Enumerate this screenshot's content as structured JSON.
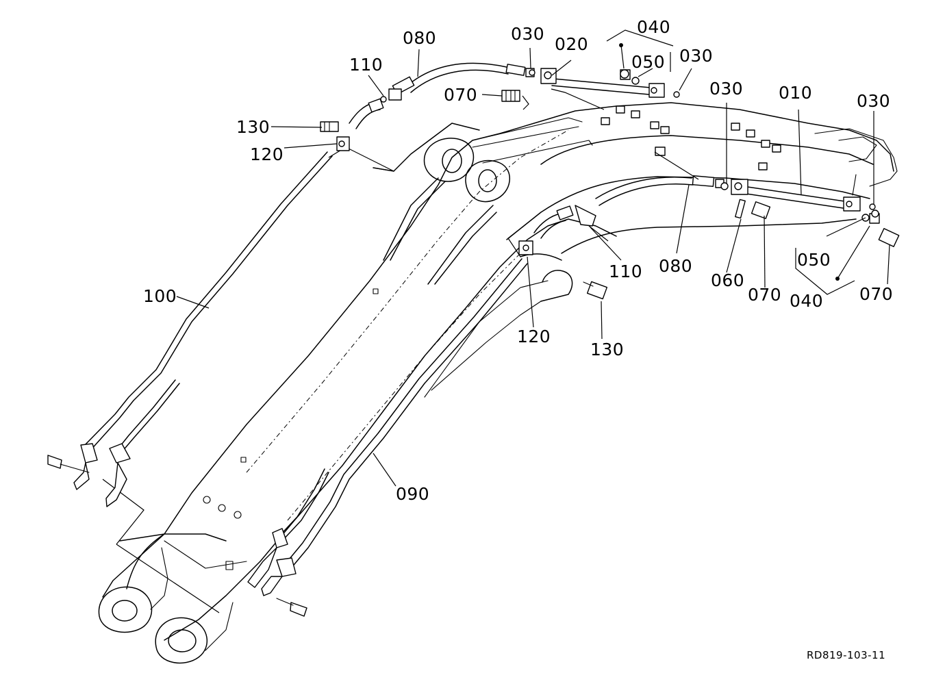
{
  "drawing_ref": "RD819-103-11",
  "callouts": [
    {
      "id": "c-080-top",
      "text": "080"
    },
    {
      "id": "c-030-top",
      "text": "030"
    },
    {
      "id": "c-020",
      "text": "020"
    },
    {
      "id": "c-040-top",
      "text": "040"
    },
    {
      "id": "c-050-top",
      "text": "050"
    },
    {
      "id": "c-030-topright",
      "text": "030"
    },
    {
      "id": "c-110-top",
      "text": "110"
    },
    {
      "id": "c-070-top",
      "text": "070"
    },
    {
      "id": "c-130-left",
      "text": "130"
    },
    {
      "id": "c-120-left",
      "text": "120"
    },
    {
      "id": "c-030-mid",
      "text": "030"
    },
    {
      "id": "c-010",
      "text": "010"
    },
    {
      "id": "c-030-right",
      "text": "030"
    },
    {
      "id": "c-100",
      "text": "100"
    },
    {
      "id": "c-110-mid",
      "text": "110"
    },
    {
      "id": "c-080-mid",
      "text": "080"
    },
    {
      "id": "c-060",
      "text": "060"
    },
    {
      "id": "c-070-mid",
      "text": "070"
    },
    {
      "id": "c-050-bottom",
      "text": "050"
    },
    {
      "id": "c-040-bottom",
      "text": "040"
    },
    {
      "id": "c-070-right",
      "text": "070"
    },
    {
      "id": "c-120-mid",
      "text": "120"
    },
    {
      "id": "c-130-mid",
      "text": "130"
    },
    {
      "id": "c-090",
      "text": "090"
    }
  ]
}
